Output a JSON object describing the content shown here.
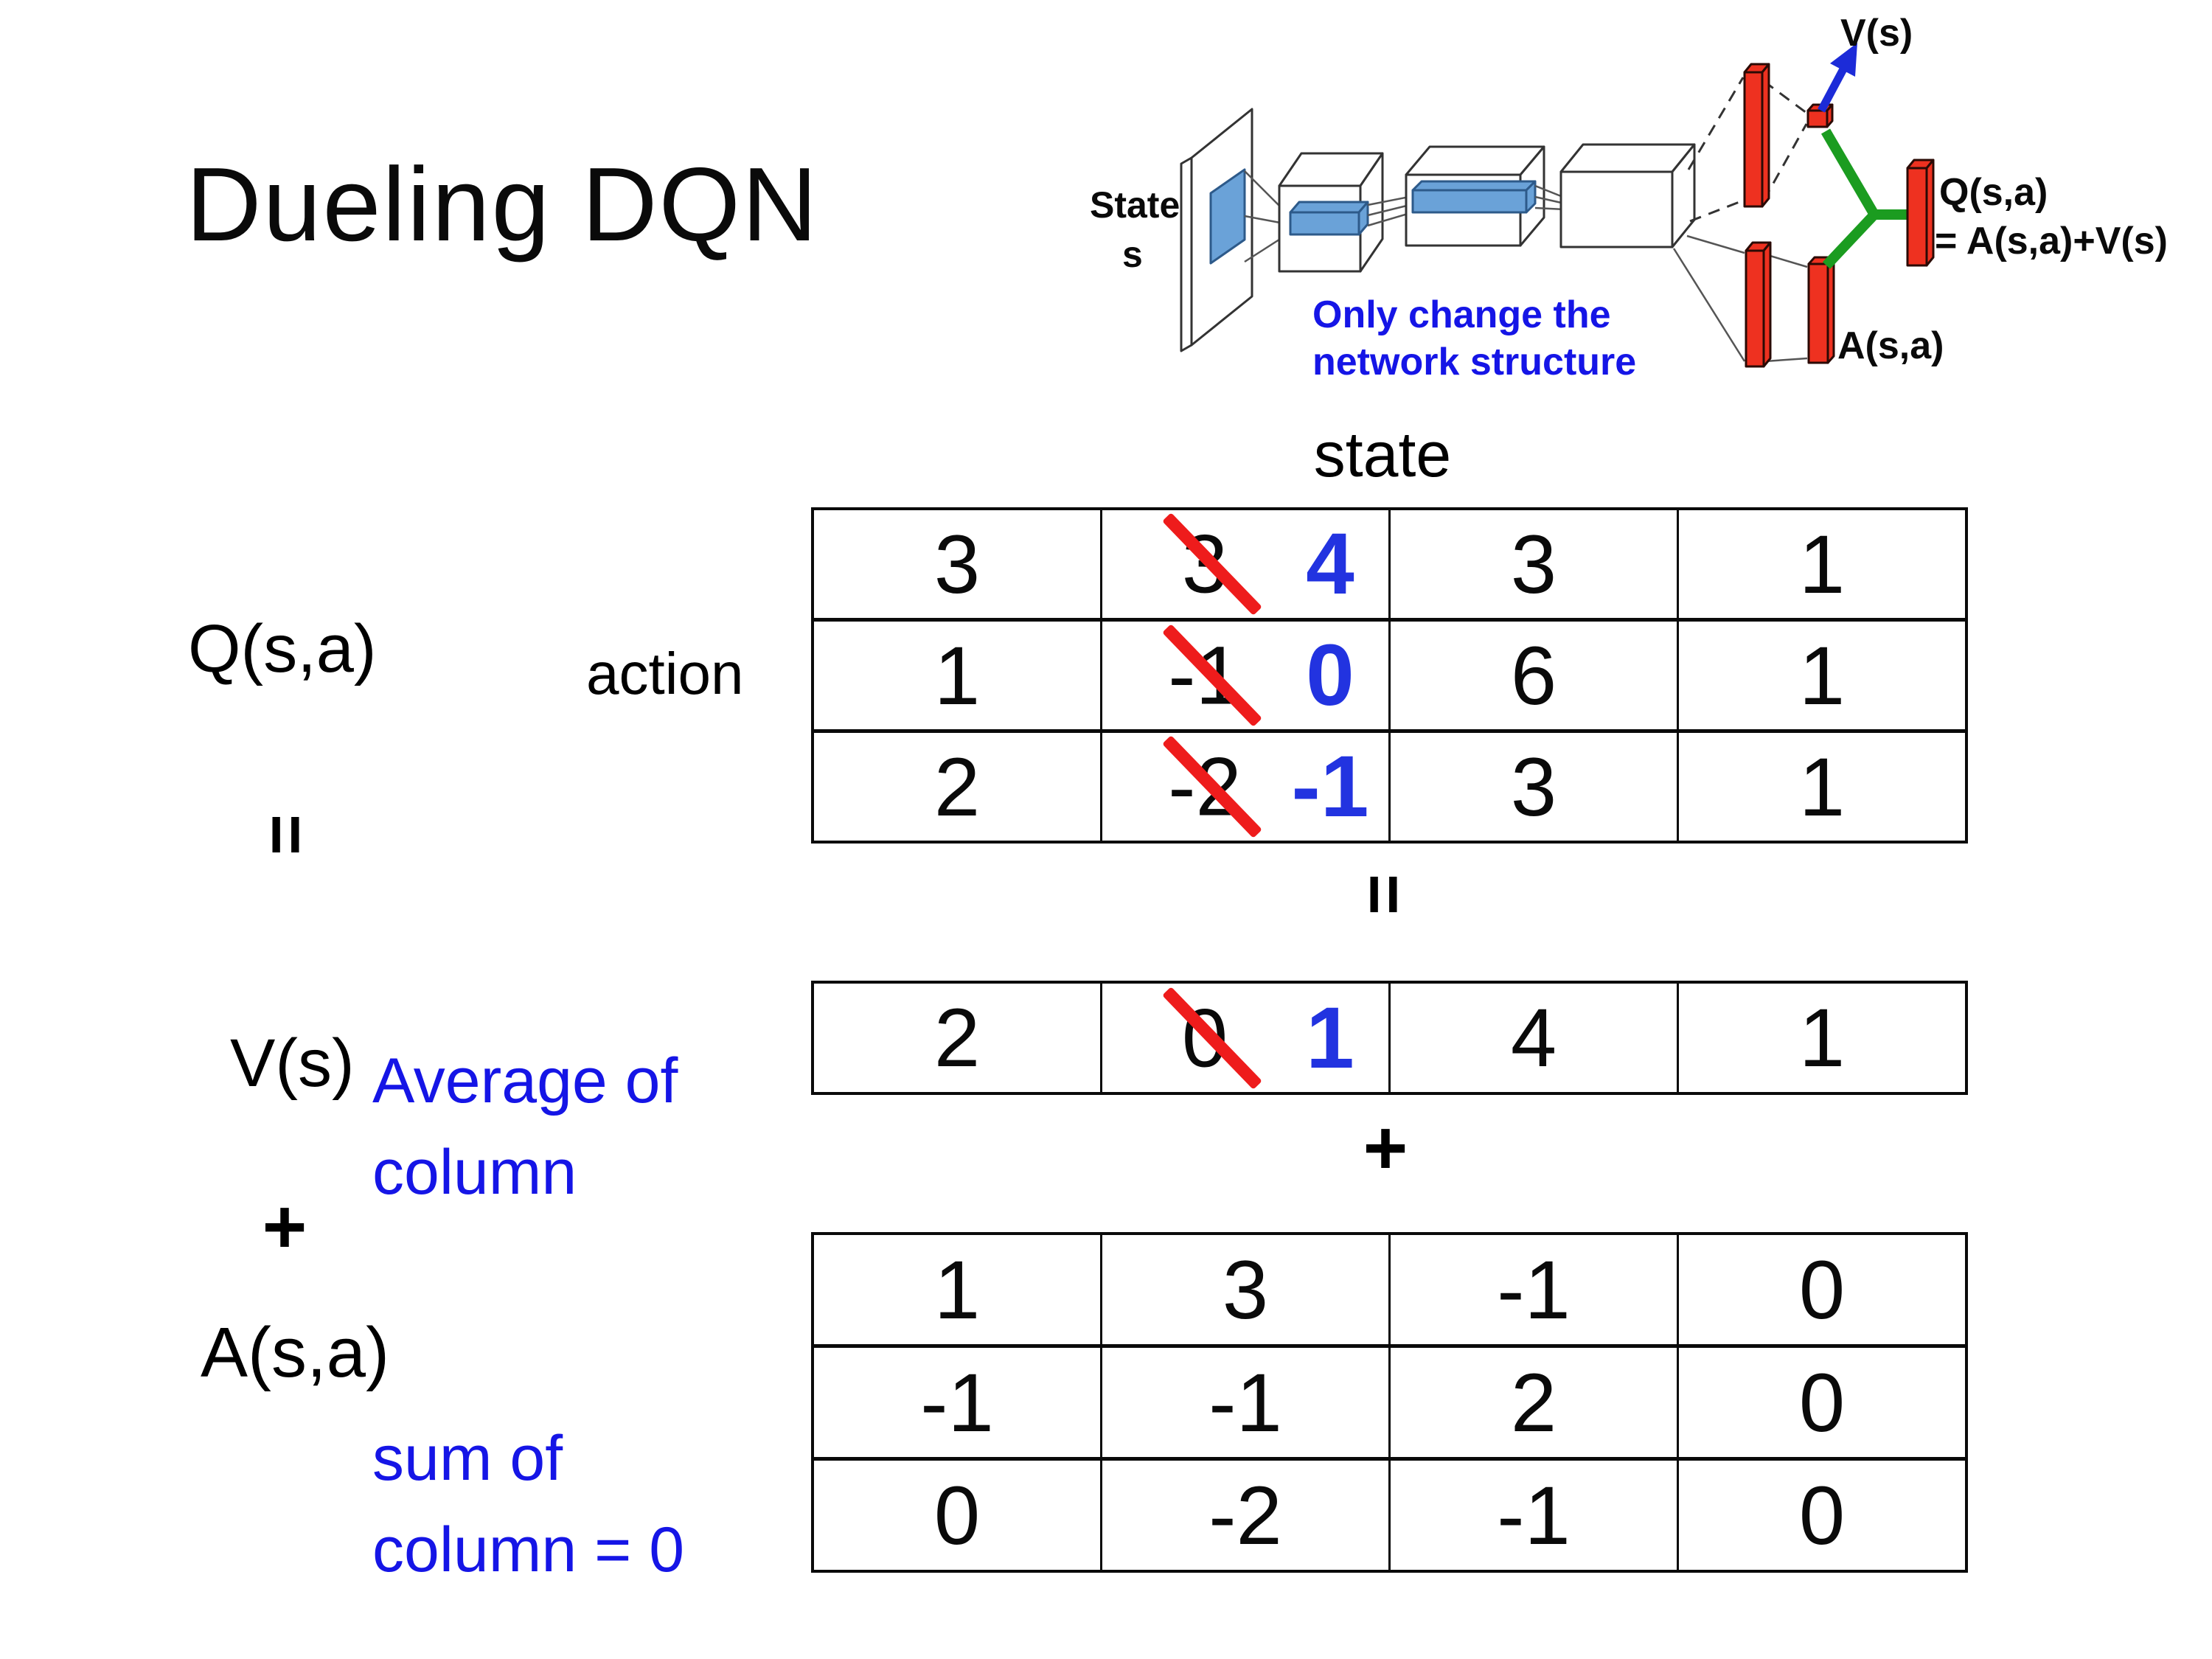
{
  "slide": {
    "title": "Dueling DQN",
    "state_header": "state",
    "action_label": "action",
    "q_label": "Q(s,a)",
    "v_label": "V(s)",
    "a_label": "A(s,a)",
    "equals_symbol": "=",
    "plus_symbol": "+",
    "notes": {
      "average_line1": "Average of",
      "average_line2": "column",
      "sum_line1": "sum of",
      "sum_line2": "column = 0"
    }
  },
  "tables": {
    "q": [
      [
        "3",
        {
          "old": "3",
          "new": "4"
        },
        "3",
        "1"
      ],
      [
        "1",
        {
          "old": "-1",
          "new": "0"
        },
        "6",
        "1"
      ],
      [
        "2",
        {
          "old": "-2",
          "new": "-1"
        },
        "3",
        "1"
      ]
    ],
    "v": [
      [
        "2",
        {
          "old": "0",
          "new": "1"
        },
        "4",
        "1"
      ]
    ],
    "a": [
      [
        "1",
        "3",
        "-1",
        "0"
      ],
      [
        "-1",
        "-1",
        "2",
        "0"
      ],
      [
        "0",
        "-2",
        "-1",
        "0"
      ]
    ]
  },
  "diagram": {
    "state_label_line1": "State",
    "state_label_line2": "s",
    "note_line1": "Only change the",
    "note_line2": "network structure",
    "v_output_label": "V(s)",
    "q_output_label_line1": "Q(s,a)",
    "q_output_label_line2": "= A(s,a)+V(s)",
    "a_output_label": "A(s,a)"
  },
  "colors": {
    "text": "#000000",
    "note_blue": "#1515e6",
    "number_blue": "#2233e0",
    "strike_red": "#ee1c1c",
    "bar_red": "#ee3120",
    "merge_green": "#1b9c20",
    "arrow_blue": "#1c2bd8",
    "conv_blue": "#6aa2d8",
    "conv_blue_dark": "#2d5a8a"
  }
}
